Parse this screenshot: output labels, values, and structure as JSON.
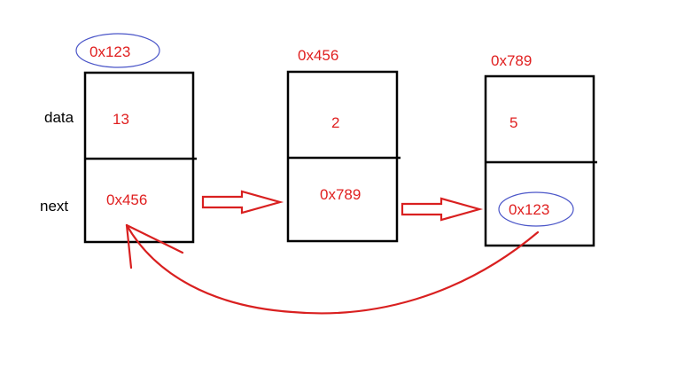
{
  "labels": {
    "data": "data",
    "next": "next"
  },
  "nodes": [
    {
      "address": "0x123",
      "data": "13",
      "next": "0x456"
    },
    {
      "address": "0x456",
      "data": "2",
      "next": "0x789"
    },
    {
      "address": "0x789",
      "data": "5",
      "next": "0x123"
    }
  ],
  "colors": {
    "box": "#000000",
    "text_red": "#e02020",
    "highlight_oval": "#4a55c8",
    "arrow": "#d92020"
  }
}
